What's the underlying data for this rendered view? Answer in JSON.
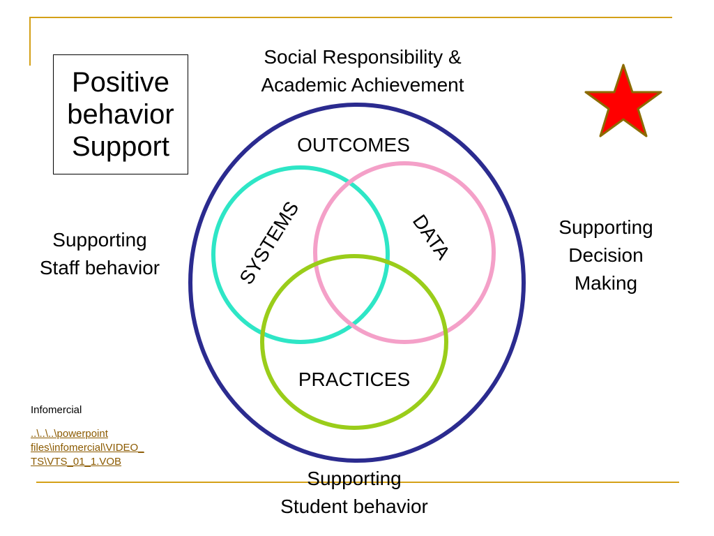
{
  "title_box": {
    "line1": "Positive",
    "line2": "behavior",
    "line3": "Support"
  },
  "top_text": {
    "line1": "Social Responsibility &",
    "line2": "Academic Achievement"
  },
  "left_text": {
    "line1": "Supporting",
    "line2": "Staff behavior"
  },
  "right_text": {
    "line1": "Supporting",
    "line2": "Decision",
    "line3": "Making"
  },
  "bottom_text": {
    "line1": "Supporting",
    "line2": "Student behavior"
  },
  "diagram": {
    "outcomes": "OUTCOMES",
    "systems": "SYSTEMS",
    "data": "DATA",
    "practices": "PRACTICES"
  },
  "infomercial": {
    "label": "Infomercial",
    "link_line1": "..\\..\\..\\powerpoint",
    "link_line2": "files\\infomercial\\VIDEO_",
    "link_line3": "TS\\VTS_01_1.VOB"
  },
  "colors": {
    "accent_line": "#d4a017",
    "outer_circle": "#2b2b8f",
    "systems_circle": "#2ee6c6",
    "data_circle": "#f4a0c8",
    "practices_circle": "#9acd1a",
    "star_fill": "#ff0000",
    "star_stroke": "#8b6b00"
  },
  "icons": {
    "star": "star-icon"
  }
}
